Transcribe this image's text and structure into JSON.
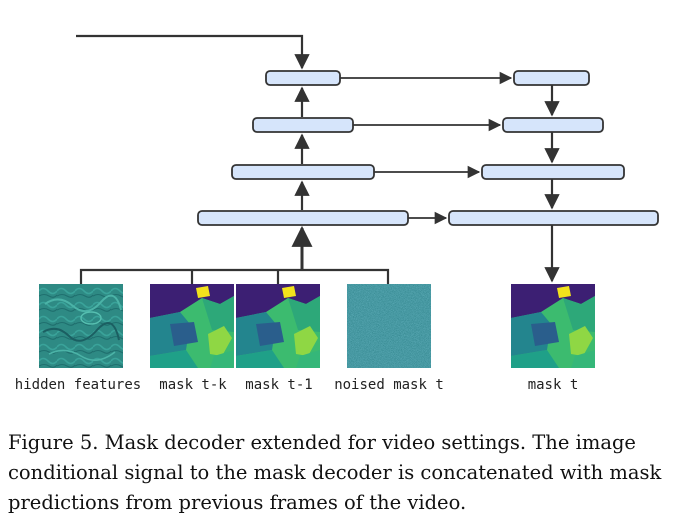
{
  "figure": {
    "labels": {
      "hidden_features": "hidden features",
      "mask_tk": "mask t-k",
      "mask_t1": "mask t-1",
      "noised_mask": "noised mask t",
      "mask_t": "mask t"
    }
  },
  "caption": {
    "text": "Figure 5.  Mask decoder extended for video settings.  The image conditional signal to the mask decoder is concatenated with mask predictions from previous frames of the video."
  },
  "colors": {
    "block_fill": "#d6e5fb",
    "block_stroke": "#333333",
    "arrow": "#333333",
    "mask_purple": "#3c1f73",
    "mask_teal": "#23858e",
    "mask_green": "#3cbb6f",
    "mask_yellow": "#f2e21c",
    "feature_teal": "#2e8a84"
  }
}
